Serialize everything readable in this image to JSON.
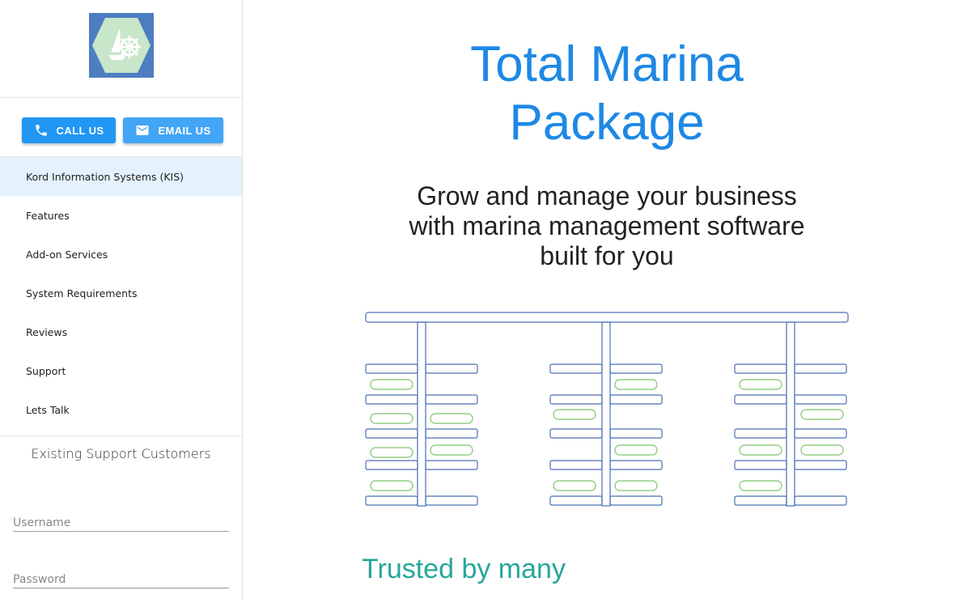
{
  "sidebar": {
    "actions": {
      "call_label": "CALL US",
      "email_label": "EMAIL US"
    },
    "nav": [
      {
        "label": "Kord Information Systems (KIS)",
        "active": true
      },
      {
        "label": "Features"
      },
      {
        "label": "Add-on Services"
      },
      {
        "label": "System Requirements"
      },
      {
        "label": "Reviews"
      },
      {
        "label": "Support"
      },
      {
        "label": "Lets Talk"
      }
    ],
    "support": {
      "title": "Existing Support Customers",
      "username_placeholder": "Username",
      "password_placeholder": "Password"
    }
  },
  "main": {
    "title_line1": "Total Marina",
    "title_line2": "Package",
    "subtitle_line1": "Grow and manage your business",
    "subtitle_line2": "with marina management software",
    "subtitle_line3": "built for you",
    "trusted_heading": "Trusted by many"
  },
  "colors": {
    "primary": "#2196f3",
    "primary_light": "#42a5f5",
    "title_blue": "#1e88e5",
    "teal": "#26a69a",
    "active_nav_bg": "#e3f2fd",
    "dock_stroke": "#4a6fb5",
    "boat_stroke": "#7dc36b"
  },
  "icons": {
    "logo": "marina-logo-icon",
    "call": "phone-icon",
    "email": "email-icon",
    "illustration": "marina-dock-illustration"
  }
}
